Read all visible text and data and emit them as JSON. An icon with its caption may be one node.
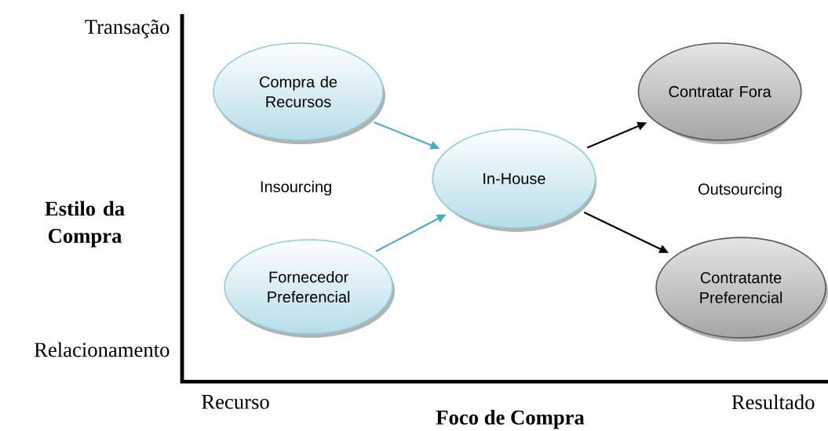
{
  "diagram": {
    "nodes": [
      {
        "text": [
          "Compra de Recursos"
        ]
      },
      {
        "text": [
          "Fornecedor Preferencial"
        ]
      },
      {
        "text": [
          "In-House"
        ]
      },
      {
        "text": [
          "Contratar Fora"
        ]
      },
      {
        "text": [
          "Contratante Preferencial"
        ]
      }
    ],
    "edges": [
      {
        "from": 0,
        "to": 2,
        "arrow": "to",
        "color": "#4bacc6"
      },
      {
        "from": 1,
        "to": 2,
        "arrow": "to",
        "color": "#4bacc6"
      },
      {
        "from": 2,
        "to": 3,
        "arrow": "to",
        "color": "#000000"
      },
      {
        "from": 2,
        "to": 4,
        "arrow": "to",
        "color": "#000000"
      }
    ],
    "labels": [
      "Transação",
      "Estilo da Compra",
      "Insourcing",
      "Outsourcing",
      "Relacionamento",
      "Recurso",
      "Resultado",
      "Foco de Compra"
    ]
  }
}
